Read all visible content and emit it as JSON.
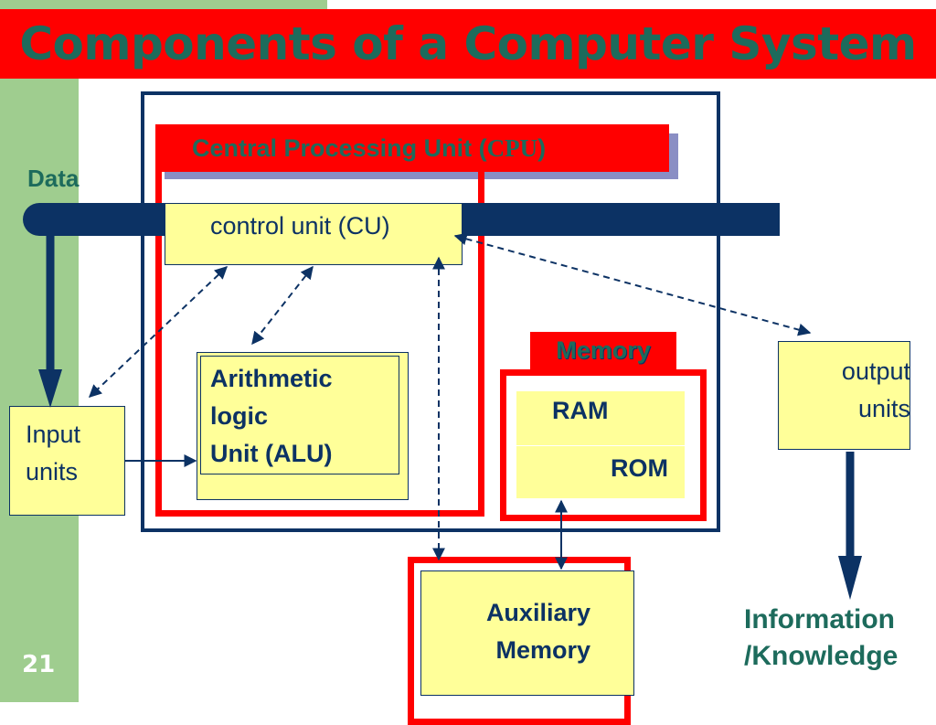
{
  "slide": {
    "title": "Components of a Computer System",
    "number": "21"
  },
  "diagram": {
    "data_label": "Data",
    "cpu": {
      "label_prefix": "Central Processing Unit (",
      "label_abbr": "CPU",
      "label_suffix": ")"
    },
    "control_unit": "control unit (CU)",
    "alu": {
      "line1": "Arithmetic",
      "line2": "logic",
      "line3": "Unit (ALU)"
    },
    "input_units": {
      "line1": "Input",
      "line2": "units"
    },
    "output_units": {
      "line1": "output",
      "line2": "units"
    },
    "memory": {
      "title": "Memory",
      "ram": "RAM",
      "rom": "ROM"
    },
    "auxiliary_memory": {
      "line1": "Auxiliary",
      "line2": "Memory"
    },
    "information": {
      "line1": "Information",
      "line2": "/Knowledge"
    }
  },
  "colors": {
    "accent_red": "#ff0000",
    "navy": "#0c3264",
    "teal_text": "#1d6b5c",
    "box_yellow": "#ffff99",
    "side_green": "#9fcd8f"
  }
}
